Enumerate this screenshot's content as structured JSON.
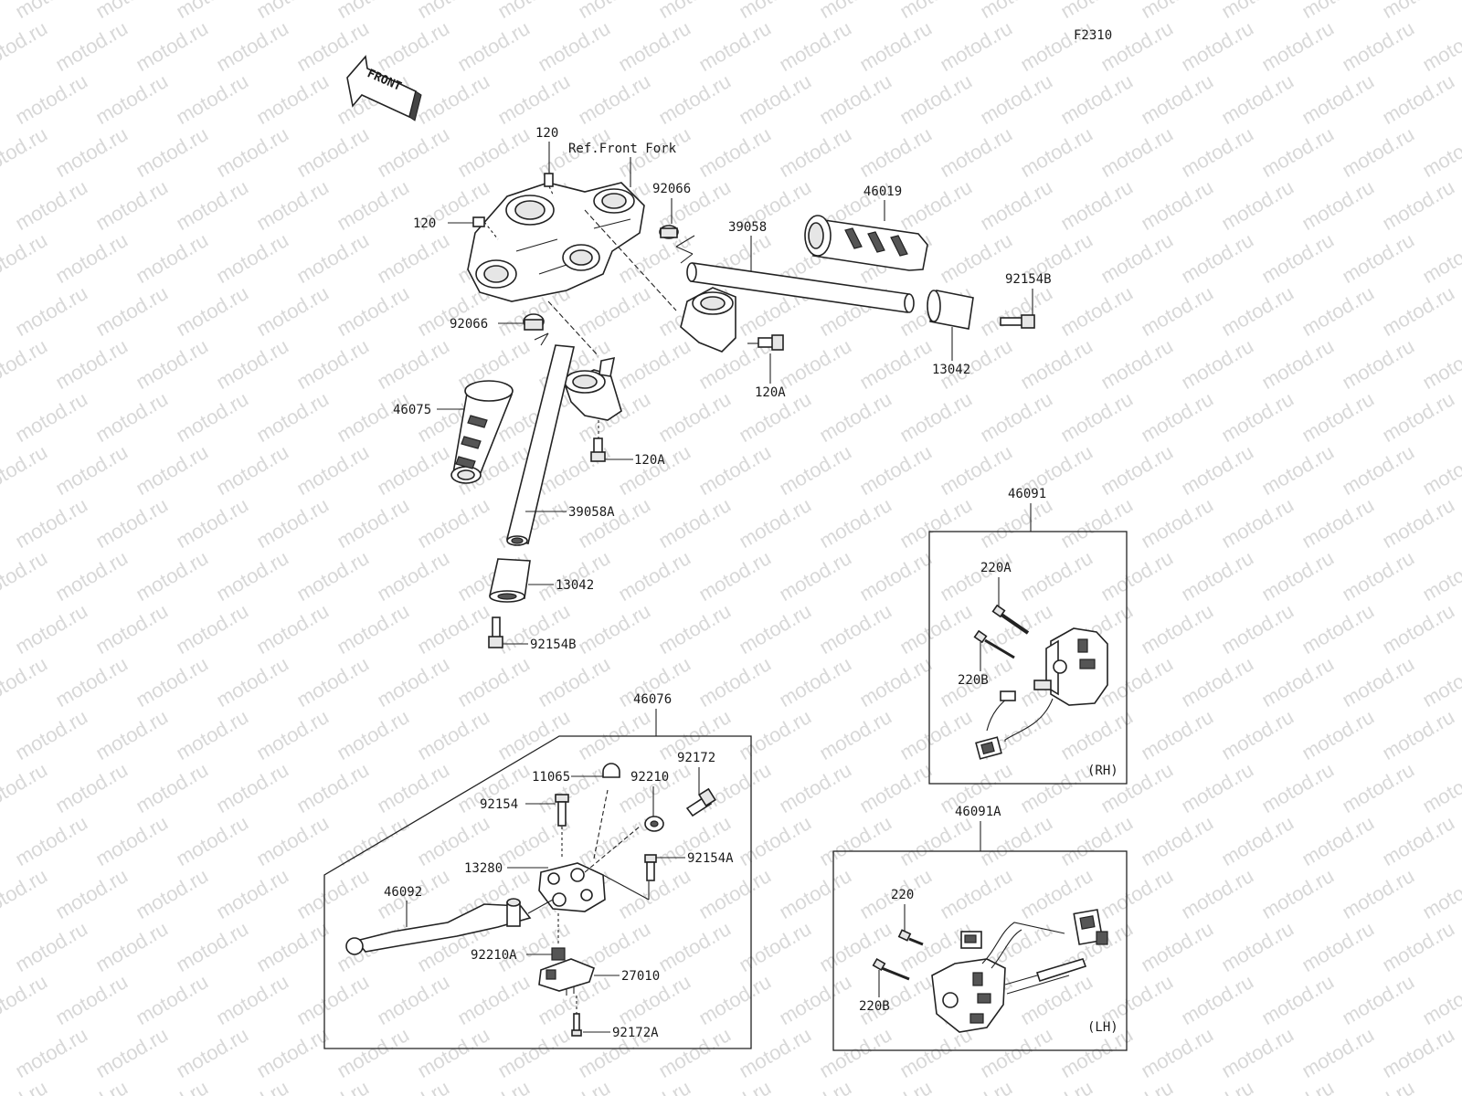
{
  "figure_code": "F2310",
  "front_label": "FRONT",
  "watermark_text": "motod.ru",
  "reference_label": "Ref.Front Fork",
  "labels": {
    "bolt_120_top": "120",
    "bolt_120_left": "120",
    "cap_92066_right": "92066",
    "cap_92066_left": "92066",
    "handlebar_39058": "39058",
    "grip_46019": "46019",
    "bolt_92154B_right": "92154B",
    "weight_13042_right": "13042",
    "bolt_120A_right": "120A",
    "grip_46075": "46075",
    "bolt_120A_left": "120A",
    "handlebar_39058A": "39058A",
    "weight_13042_left": "13042",
    "bolt_92154B_left": "92154B",
    "lever_assy_46076": "46076",
    "p11065": "11065",
    "p92210": "92210",
    "p92172": "92172",
    "p92154": "92154",
    "p92154A": "92154A",
    "p13280": "13280",
    "p46092": "46092",
    "p92210A": "92210A",
    "p27010": "27010",
    "p92172A": "92172A",
    "switch_rh_46091": "46091",
    "p220A": "220A",
    "p220B_rh": "220B",
    "rh_tag": "(RH)",
    "switch_lh_46091A": "46091A",
    "p220": "220",
    "p220B_lh": "220B",
    "lh_tag": "(LH)"
  }
}
